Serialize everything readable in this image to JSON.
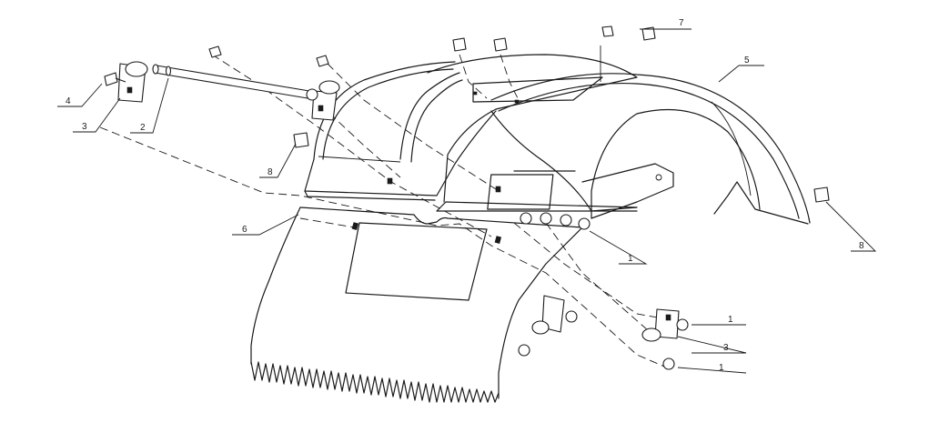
{
  "callouts": [
    {
      "id": "c1a",
      "label": "1"
    },
    {
      "id": "c1b",
      "label": "1"
    },
    {
      "id": "c1c",
      "label": "1"
    },
    {
      "id": "c2",
      "label": "2"
    },
    {
      "id": "c3a",
      "label": "3"
    },
    {
      "id": "c3b",
      "label": "3"
    },
    {
      "id": "c4",
      "label": "4"
    },
    {
      "id": "c5",
      "label": "5"
    },
    {
      "id": "c6",
      "label": "6"
    },
    {
      "id": "c7",
      "label": "7"
    },
    {
      "id": "c8a",
      "label": "8"
    },
    {
      "id": "c8b",
      "label": "8"
    }
  ]
}
